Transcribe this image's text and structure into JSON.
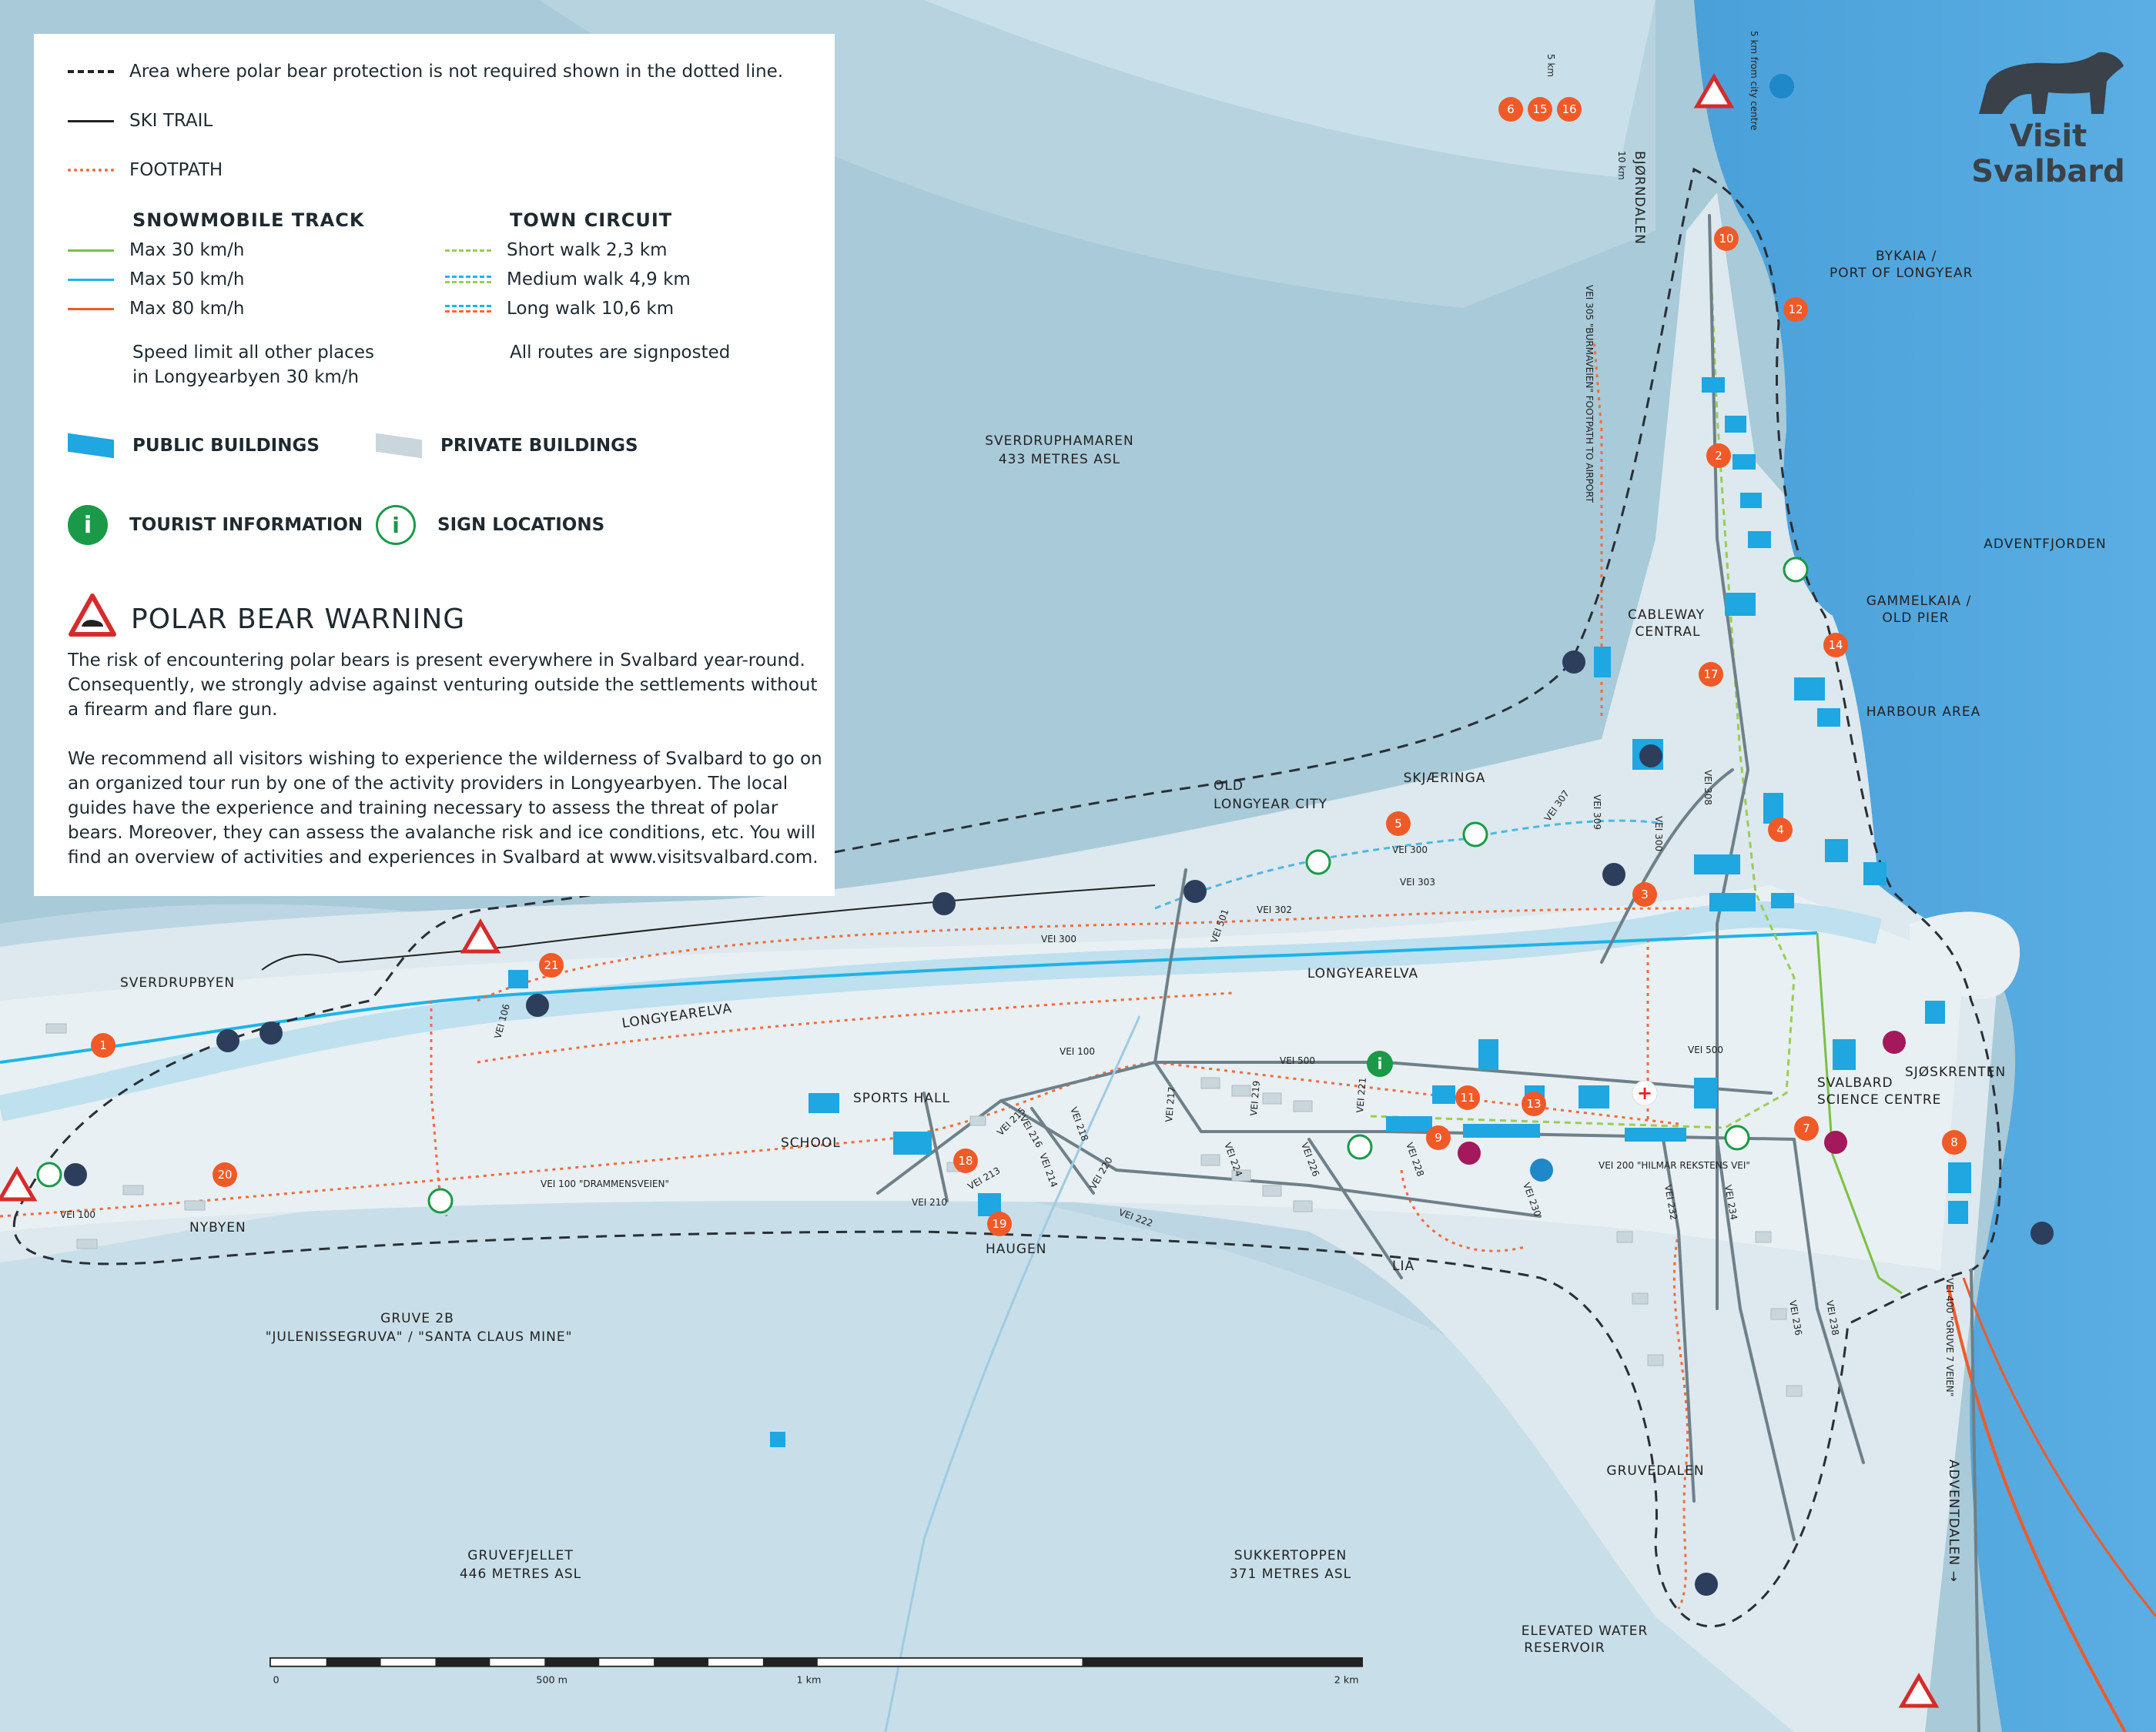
{
  "legend": {
    "dotted_area": "Area where polar bear protection is not required shown in the dotted line.",
    "ski_trail": "SKI TRAIL",
    "footpath": "FOOTPATH",
    "snowmobile_title": "SNOWMOBILE TRACK",
    "snow30": "Max 30 km/h",
    "snow50": "Max 50 km/h",
    "snow80": "Max 80 km/h",
    "speed_note": "Speed limit all other places in Longyearbyen 30 km/h",
    "circuit_title": "TOWN CIRCUIT",
    "short_walk": "Short walk 2,3 km",
    "medium_walk": "Medium walk 4,9 km",
    "long_walk": "Long walk 10,6 km",
    "signposted": "All routes are signposted",
    "public_buildings": "PUBLIC BUILDINGS",
    "private_buildings": "PRIVATE BUILDINGS",
    "tourist_info": "TOURIST INFORMATION",
    "sign_locations": "SIGN LOCATIONS",
    "warning_title": "POLAR BEAR WARNING",
    "warning_p1": "The risk of encountering polar bears is present everywhere in Svalbard year-round. Consequently, we strongly advise against venturing outside the settlements without a firearm and flare gun.",
    "warning_p2": "We recommend all visitors wishing to experience the wilderness of Svalbard to go on an organized tour run by one of the activity providers in Longyearbyen. The local guides have the experience and training necessary to assess the threat of polar bears. Moreover, they can assess the avalanche risk and ice conditions, etc. You will find an overview of activities and experiences in Svalbard at www.visitsvalbard.com."
  },
  "logo": {
    "line1": "Visit",
    "line2": "Svalbard"
  },
  "colors": {
    "snow30": "#7ac143",
    "snow50": "#1cb5e8",
    "snow80": "#f05a28",
    "footpath": "#f26b3a",
    "public": "#1ea7e1",
    "private": "#c9d6dc",
    "marker": "#f05a28",
    "info": "#1a9a48",
    "dark_icon": "#2c3e5c",
    "museum": "#a3195b"
  },
  "places": {
    "sverdruphamaren": "SVERDRUPHAMAREN",
    "sverdruphamaren_alt": "433 METRES ASL",
    "adventfjorden": "ADVENTFJORDEN",
    "gammelkaia": "GAMMELKAIA /",
    "gammelkaia2": "OLD PIER",
    "harbour": "HARBOUR AREA",
    "bykaia": "BYKAIA /",
    "bykaia2": "PORT OF LONGYEAR",
    "cableway": "CABLEWAY",
    "cableway2": "CENTRAL",
    "skjaeringa": "SKJÆRINGA",
    "old_longyear": "OLD",
    "old_longyear2": "LONGYEAR CITY",
    "sverdrupbyen": "SVERDRUPBYEN",
    "longyearelva": "LONGYEARELVA",
    "sports_hall": "SPORTS HALL",
    "school": "SCHOOL",
    "nybyen": "NYBYEN",
    "haugen": "HAUGEN",
    "lia": "LIA",
    "svalbard_science": "SVALBARD",
    "svalbard_science2": "SCIENCE CENTRE",
    "sjoskrenten": "SJØSKRENTEN",
    "gruve2b": "GRUVE 2B",
    "gruve2b2": "\"JULENISSEGRUVA\" / \"SANTA CLAUS MINE\"",
    "gruvedalen": "GRUVEDALEN",
    "gruvefjellet": "GRUVEFJELLET",
    "gruvefjellet_alt": "446 METRES ASL",
    "sukkertoppen": "SUKKERTOPPEN",
    "sukkertoppen_alt": "371 METRES ASL",
    "reservoir": "ELEVATED WATER",
    "reservoir2": "RESERVOIR",
    "adventdalen": "ADVENTDALEN →",
    "bjorndalen": "BJØRNDALEN",
    "bjorndalen_km": "10 km",
    "burmaveien": "VEI 305 \"BURMAVEIEN\" FOOTPATH TO AIRPORT",
    "five_km": "5 km",
    "airport_km": "5 km from city centre"
  },
  "roads": {
    "vei100": "VEI 100",
    "vei100_drammen": "VEI 100 \"DRAMMENSVEIEN\"",
    "vei100_west": "VEI 100",
    "vei200": "VEI 200 \"HILMAR REKSTENS VEI\"",
    "vei300": "VEI 300",
    "vei300b": "VEI 300",
    "vei302": "VEI 302",
    "vei303": "VEI 303",
    "vei400": "VEI 400 \"GRUVE 7 VEIEN\"",
    "vei500": "VEI 500",
    "vei500b": "VEI 500",
    "vei106": "VEI 106",
    "vei501": "VEI 501",
    "vei210": "VEI 210",
    "vei222": "VEI 222",
    "vei220": "VEI 220",
    "vei228": "VEI 228",
    "vei230": "VEI 230",
    "vei232": "VEI 232",
    "vei234": "VEI 234",
    "vei236": "VEI 236",
    "vei238": "VEI 238",
    "vei217": "VEI 217",
    "vei219": "VEI 219",
    "vei221": "VEI 221",
    "vei224": "VEI 224",
    "vei226": "VEI 226",
    "vei213": "VEI 213",
    "vei214": "VEI 214",
    "vei215": "VEI 215",
    "vei216": "VEI 216",
    "vei218": "VEI 218",
    "vei307": "VEI 307",
    "vei309": "VEI 309",
    "vei300c": "VEI 300",
    "vei308": "VEI 308"
  },
  "markers": [
    "1",
    "2",
    "3",
    "4",
    "5",
    "6",
    "7",
    "8",
    "9",
    "10",
    "11",
    "12",
    "13",
    "14",
    "15",
    "16",
    "17",
    "18",
    "19",
    "20",
    "21"
  ],
  "scale": {
    "zero": "0",
    "m500": "500 m",
    "km1": "1 km",
    "km2": "2 km"
  }
}
